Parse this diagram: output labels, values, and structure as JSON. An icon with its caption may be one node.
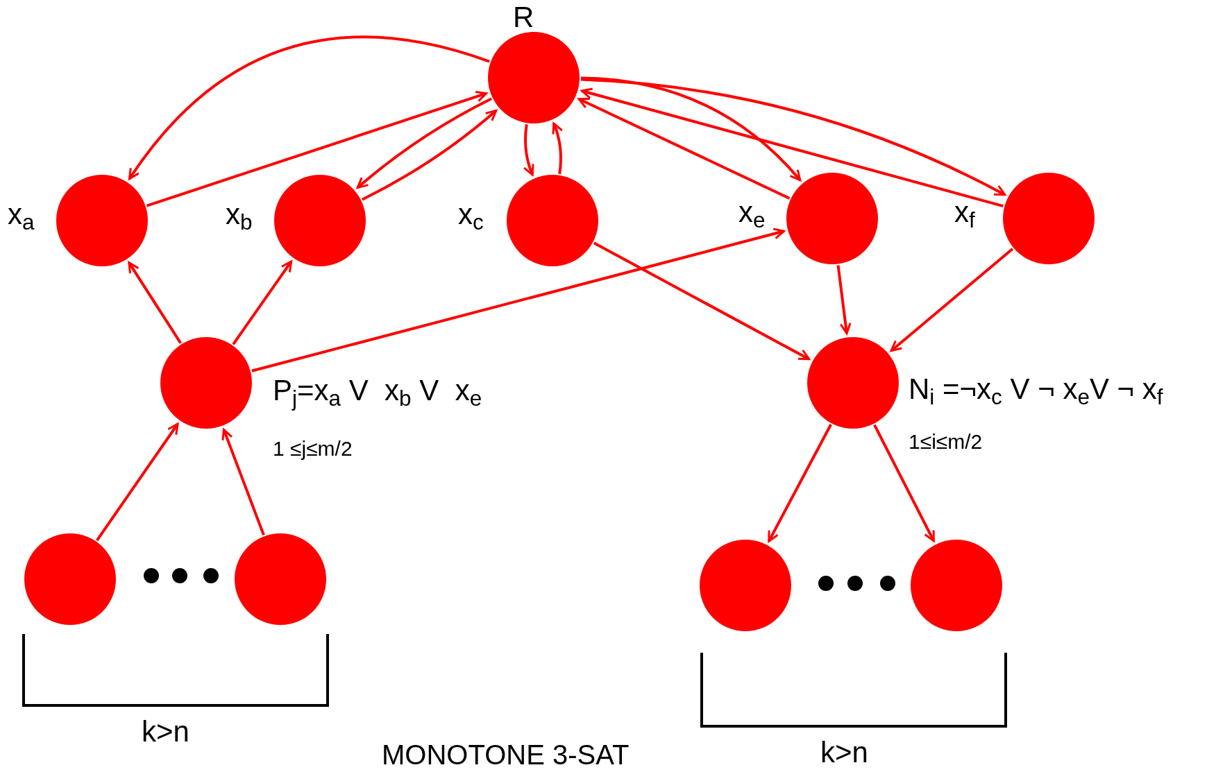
{
  "diagram": {
    "caption": "MONOTONE 3-SAT",
    "nodes": [
      {
        "text": [],
        "shape": "circle",
        "beside": [
          "R"
        ]
      },
      {
        "text": [],
        "shape": "circle",
        "beside": [
          "x$_{a}$"
        ]
      },
      {
        "text": [],
        "shape": "circle",
        "beside": [
          "x$_{b}$"
        ]
      },
      {
        "text": [],
        "shape": "circle",
        "beside": [
          "x$_{c}$"
        ]
      },
      {
        "text": [],
        "shape": "circle",
        "beside": [
          "x$_{e}$"
        ]
      },
      {
        "text": [],
        "shape": "circle",
        "beside": [
          "x$_{f}$"
        ]
      },
      {
        "text": [],
        "shape": "circle",
        "beside": [
          "P$_{j}$=x$_{a}$ V  x$_{b}$ V  x$_{e}$",
          "1 ≤j≤m/2"
        ]
      },
      {
        "text": [],
        "shape": "circle"
      },
      {
        "text": [],
        "shape": "circle"
      },
      {
        "text": [],
        "shape": "circle",
        "beside": [
          "N$_{i}$ =¬x$_{c}$ V ¬ x$_{e}$V ¬ x$_{f}$",
          "1≤i≤m/2"
        ]
      },
      {
        "text": [],
        "shape": "circle"
      },
      {
        "text": [],
        "shape": "circle"
      }
    ],
    "edges": [
      {
        "from": 0,
        "to": 1,
        "arrow": "to"
      },
      {
        "from": 1,
        "to": 0,
        "arrow": "to"
      },
      {
        "from": 2,
        "to": 0,
        "arrow": "to"
      },
      {
        "from": 0,
        "to": 2,
        "arrow": "to"
      },
      {
        "from": 3,
        "to": 0,
        "arrow": "to"
      },
      {
        "from": 0,
        "to": 3,
        "arrow": "to"
      },
      {
        "from": 0,
        "to": 4,
        "arrow": "to"
      },
      {
        "from": 4,
        "to": 0,
        "arrow": "to"
      },
      {
        "from": 5,
        "to": 0,
        "arrow": "to"
      },
      {
        "from": 0,
        "to": 5,
        "arrow": "to"
      },
      {
        "from": 6,
        "to": 1,
        "arrow": "to"
      },
      {
        "from": 6,
        "to": 2,
        "arrow": "to"
      },
      {
        "from": 6,
        "to": 4,
        "arrow": "to"
      },
      {
        "from": 7,
        "to": 6,
        "arrow": "to"
      },
      {
        "from": 8,
        "to": 6,
        "arrow": "to"
      },
      {
        "from": 3,
        "to": 9,
        "arrow": "to"
      },
      {
        "from": 4,
        "to": 9,
        "arrow": "to"
      },
      {
        "from": 5,
        "to": 9,
        "arrow": "to"
      },
      {
        "from": 9,
        "to": 10,
        "arrow": "to"
      },
      {
        "from": 9,
        "to": 11,
        "arrow": "to"
      }
    ],
    "labels": [
      "k>n",
      "k>n"
    ]
  }
}
